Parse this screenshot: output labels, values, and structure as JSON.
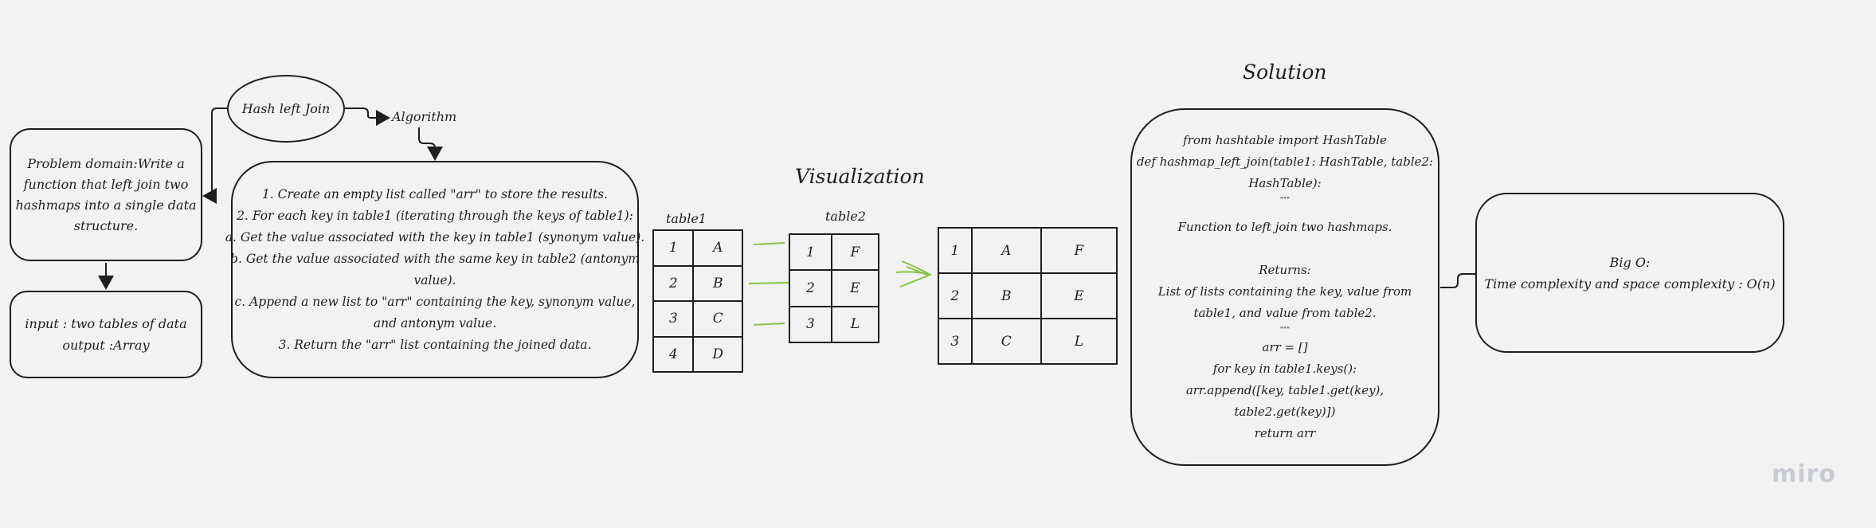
{
  "problem_domain": [
    "Problem domain:Write a",
    "function that left join two",
    "hashmaps into a single data",
    "structure."
  ],
  "io": [
    "input : two tables of data",
    "output :Array"
  ],
  "hash_left_join": "Hash left Join",
  "algorithm_label": "Algorithm",
  "algorithm_steps": [
    "1. Create an empty list called \"arr\" to store the results.",
    "2. For each key in table1 (iterating through the keys of table1):",
    "a. Get the value associated with the key in table1 (synonym value).",
    "b. Get the value associated with the same key in table2 (antonym",
    "value).",
    "c. Append a new list to \"arr\" containing the key, synonym value,",
    "and antonym value.",
    "3. Return the \"arr\" list containing the joined data."
  ],
  "visualization_title": "Visualization",
  "table1": {
    "label": "table1",
    "rows": [
      [
        "1",
        "A"
      ],
      [
        "2",
        "B"
      ],
      [
        "3",
        "C"
      ],
      [
        "4",
        "D"
      ]
    ]
  },
  "table2": {
    "label": "table2",
    "rows": [
      [
        "1",
        "F"
      ],
      [
        "2",
        "E"
      ],
      [
        "3",
        "L"
      ]
    ]
  },
  "result_table": {
    "rows": [
      [
        "1",
        "A",
        "F"
      ],
      [
        "2",
        "B",
        "E"
      ],
      [
        "3",
        "C",
        "L"
      ]
    ]
  },
  "solution_title": "Solution",
  "solution_code": [
    "from hashtable import HashTable",
    "def hashmap_left_join(table1: HashTable, table2:",
    "HashTable):",
    "\"\"\"",
    "",
    "Function to left join two hashmaps.",
    "",
    "Returns:",
    "List of lists containing the key, value from",
    "table1, and value from table2.",
    "\"\"\"",
    "arr = []",
    "for key in table1.keys():",
    "arr.append([key, table1.get(key),",
    "table2.get(key)])",
    "return arr"
  ],
  "big_o": [
    "Big O:",
    "Time complexity and space complexity : O(n)"
  ],
  "watermark": "miro",
  "colors": {
    "ink": "#1e1e1e",
    "accent_green": "#8bc34a",
    "background": "#f2f2f2",
    "watermark": "#c8ccd2"
  }
}
